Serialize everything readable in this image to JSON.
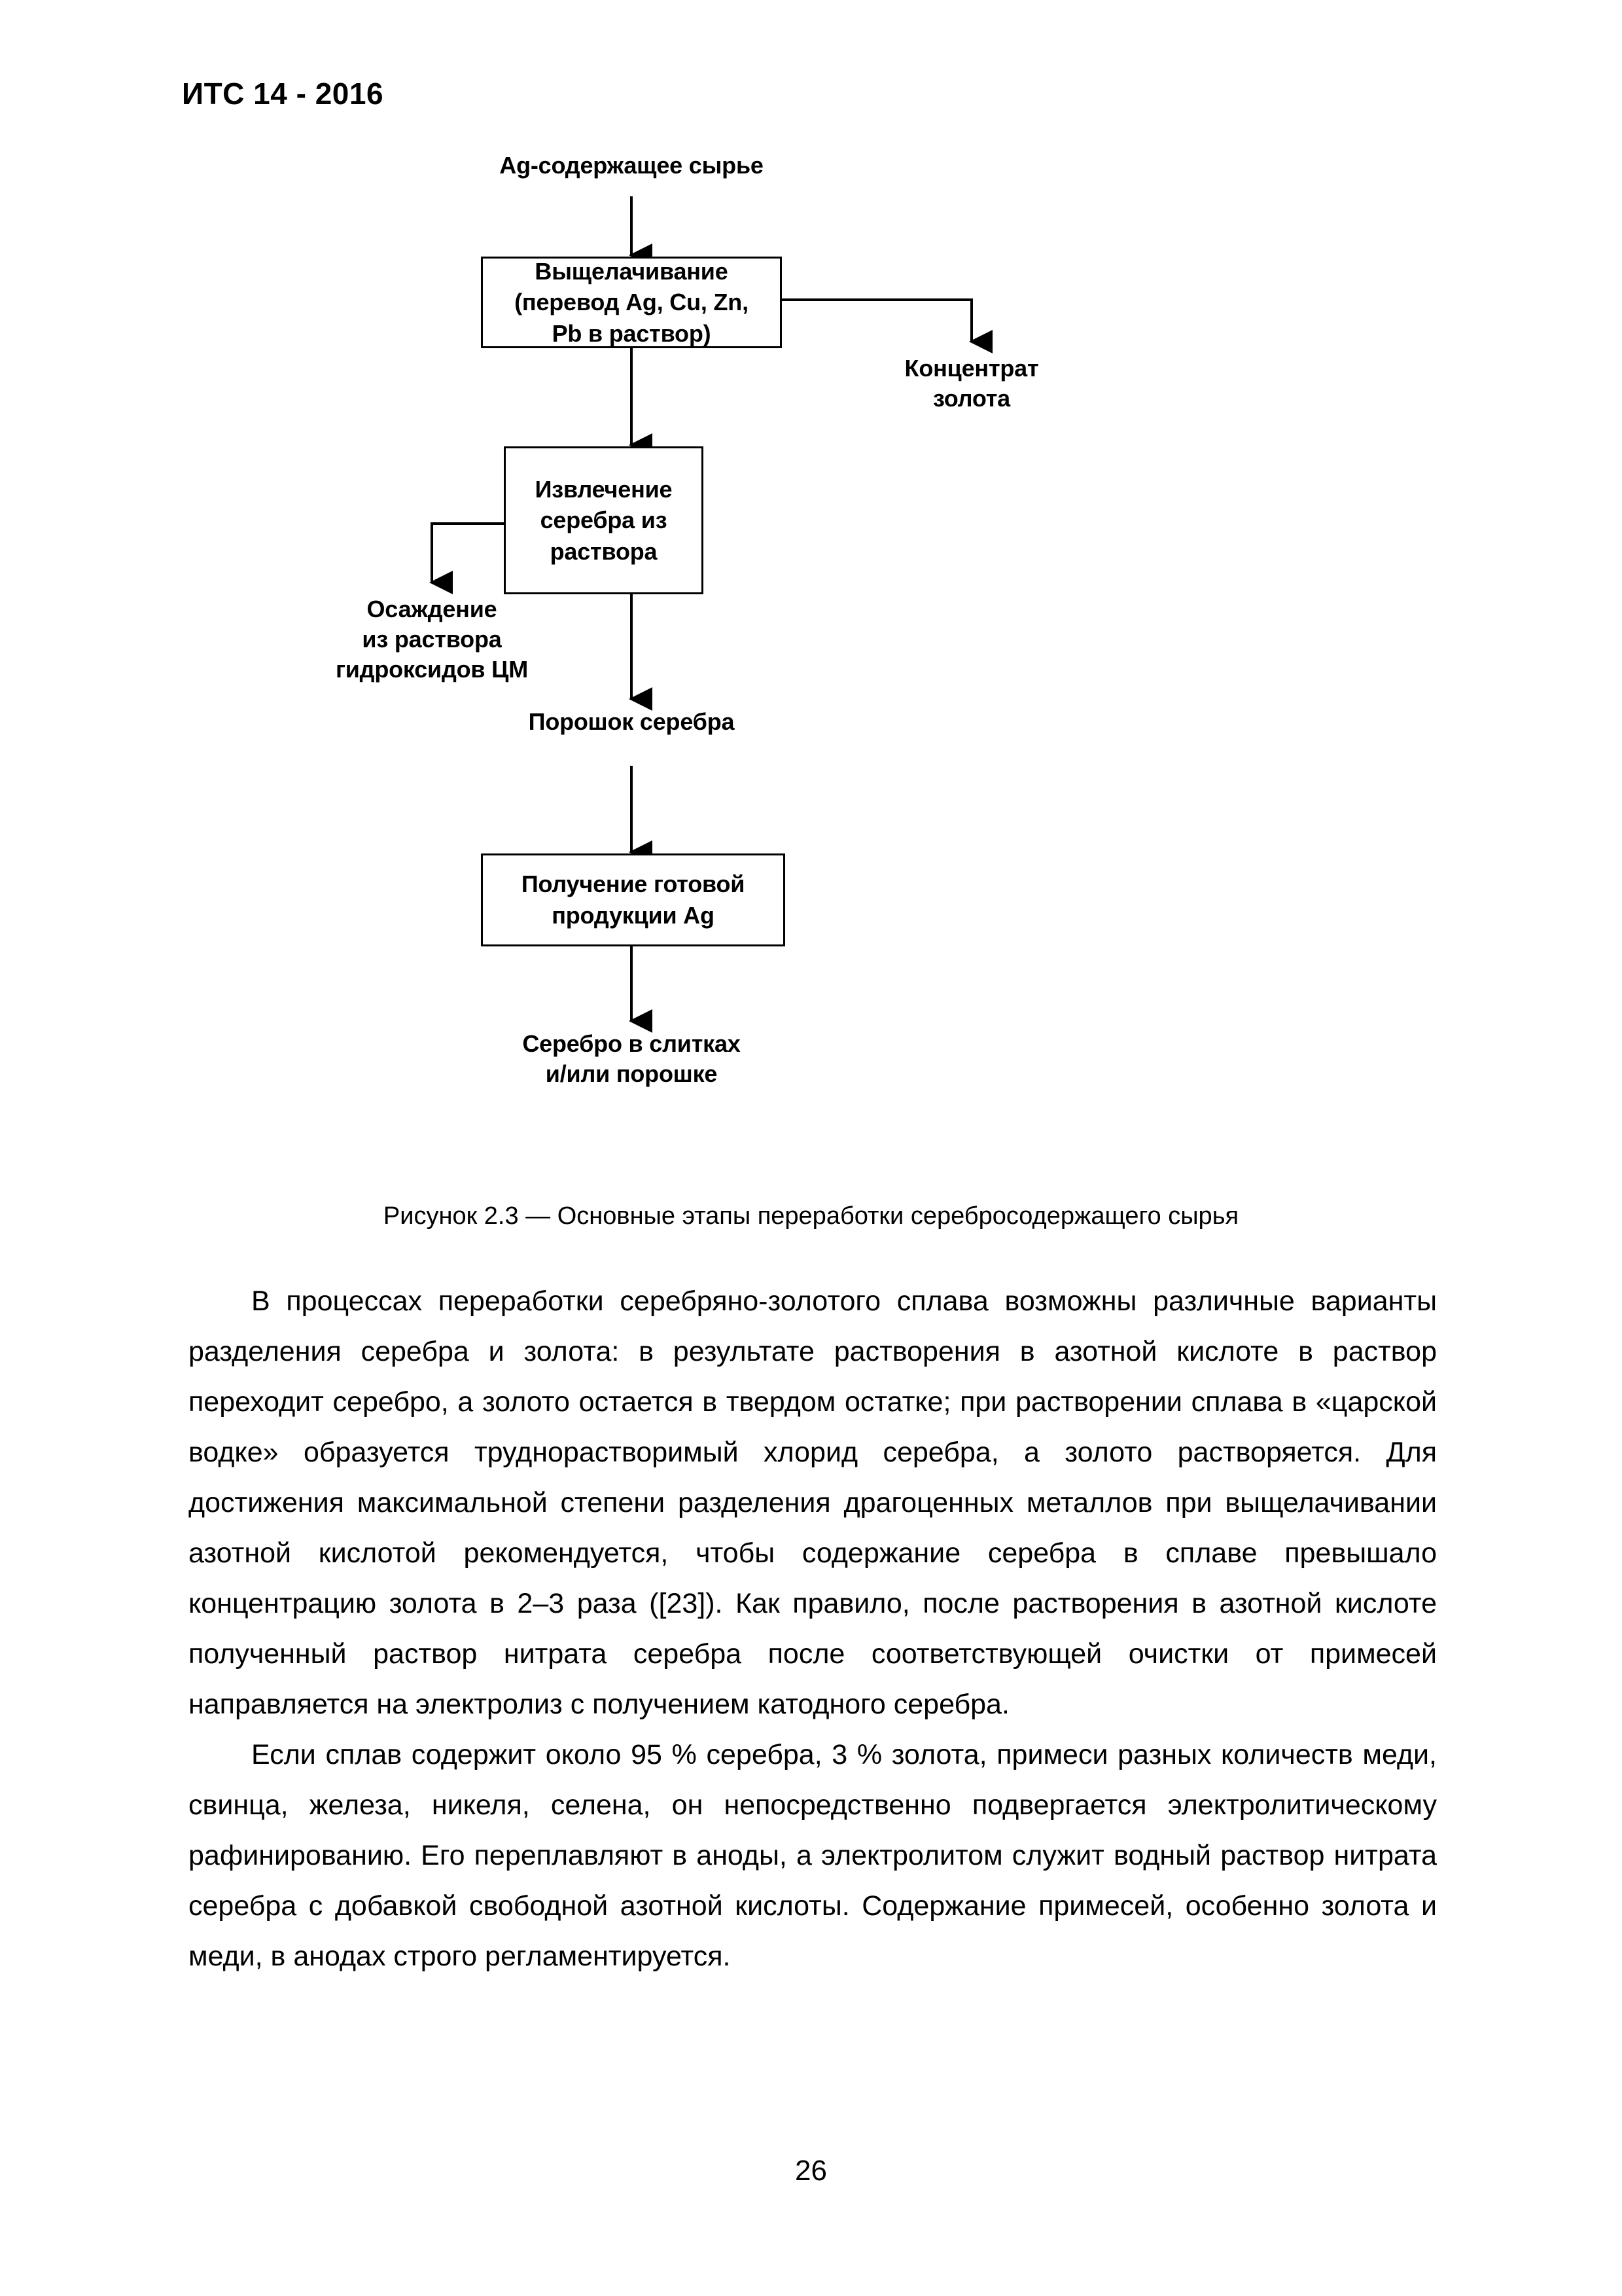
{
  "document": {
    "running_header": "ИТС 14 - 2016",
    "page_number": "26"
  },
  "figure": {
    "caption": "Рисунок 2.3 — Основные этапы переработки серебросодержащего сырья",
    "nodes": {
      "input_material": "Ag-содержащее сырье",
      "leaching_box": "Выщелачивание\n(перевод Ag, Cu, Zn,\nPb в раствор)",
      "gold_concentrate": "Концентрат\nзолота",
      "silver_extraction_box": "Извлечение\nсеребра из\nраствора",
      "hydroxide_precipitation": "Осаждение\nиз раствора\nгидроксидов ЦМ",
      "silver_powder": "Порошок серебра",
      "final_product_box": "Получение готовой\nпродукции Ag",
      "output_product": "Серебро в слитках\nи/или порошке"
    }
  },
  "content": {
    "paragraph_1": "В процессах переработки серебряно-золотого сплава возможны различные варианты разделения серебра и золота: в результате растворения в азотной кислоте в раствор переходит серебро, а золото остается в твердом остатке; при растворении сплава в «царской водке» образуется труднорастворимый хлорид серебра, а золото растворяется. Для достижения максимальной степени разделения драгоценных металлов при выщелачивании азотной кислотой рекомендуется, чтобы содержание серебра в сплаве превышало концентрацию золота в 2–3 раза ([23]). Как правило, после растворения в азотной кислоте полученный раствор нитрата серебра после соответствующей очистки от примесей направляется на электролиз с получением катодного серебра.",
    "paragraph_2": "Если сплав содержит около 95 % серебра, 3 % золота, примеси разных количеств меди, свинца, железа, никеля, селена, он непосредственно подвергается электролитическому рафинированию. Его переплавляют в аноды, а электролитом служит водный раствор нитрата серебра с добавкой свободной азотной кислоты. Содержание примесей, особенно золота и меди, в анодах строго регламентируется."
  }
}
